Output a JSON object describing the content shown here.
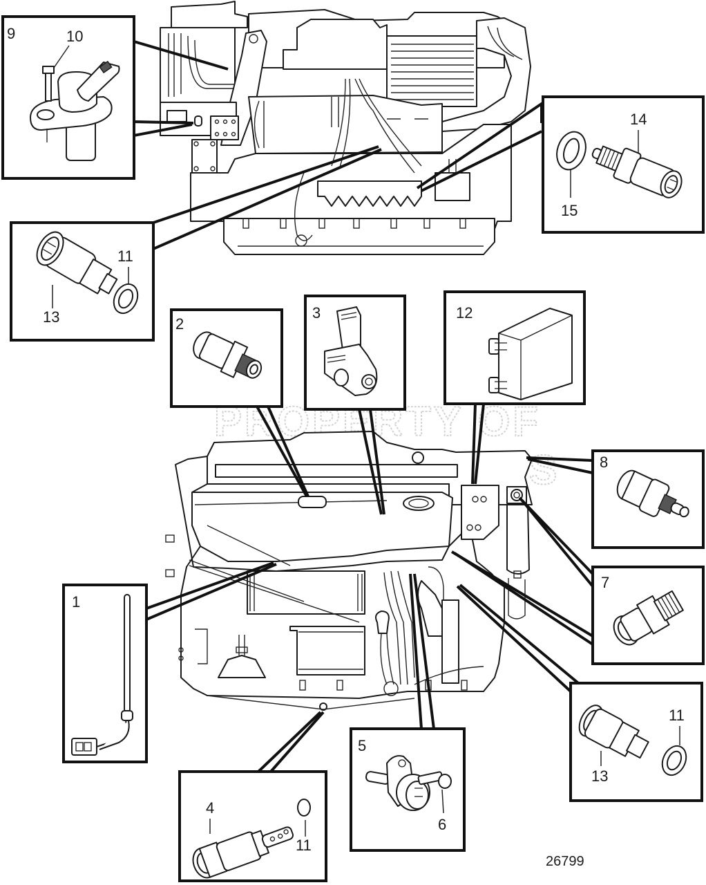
{
  "figure": {
    "reference_number": "26799",
    "watermark_text": [
      "PROPERTY OF",
      "MARINE PARTS"
    ]
  },
  "callouts": [
    {
      "id": "1",
      "part": "sensor-probe-with-connector",
      "box_labels": [
        "1"
      ]
    },
    {
      "id": "2",
      "part": "pressure-sensor",
      "box_labels": [
        "2"
      ]
    },
    {
      "id": "3",
      "part": "pressure-sensor-bracket",
      "box_labels": [
        "3"
      ]
    },
    {
      "id": "4",
      "part": "valve-sensor",
      "box_labels": [
        "4",
        "11"
      ]
    },
    {
      "id": "5",
      "part": "flanged-speed-sensor",
      "box_labels": [
        "5",
        "6"
      ]
    },
    {
      "id": "7",
      "part": "temperature-sensor",
      "box_labels": [
        "7"
      ]
    },
    {
      "id": "8",
      "part": "pressure-switch",
      "box_labels": [
        "8"
      ]
    },
    {
      "id": "9",
      "part": "crank-position-sensor",
      "box_labels": [
        "9",
        "10"
      ]
    },
    {
      "id": "12",
      "part": "control-module",
      "box_labels": [
        "12"
      ]
    },
    {
      "id": "13a",
      "part": "temperature-sender",
      "box_labels": [
        "13",
        "11"
      ]
    },
    {
      "id": "13b",
      "part": "temperature-sender",
      "box_labels": [
        "13",
        "11"
      ]
    },
    {
      "id": "14",
      "part": "temperature-sensor-with-washer",
      "box_labels": [
        "14",
        "15"
      ]
    }
  ],
  "labels": {
    "box9_main": "9",
    "box9_bolt": "10",
    "box14_main": "14",
    "box14_washer": "15",
    "box13top_main": "13",
    "box13top_washer": "11",
    "box2_main": "2",
    "box3_main": "3",
    "box12_main": "12",
    "box8_main": "8",
    "box7_main": "7",
    "box1_main": "1",
    "box13bot_main": "13",
    "box13bot_washer": "11",
    "box4_main": "4",
    "box4_oring": "11",
    "box5_main": "5",
    "box5_bolt": "6"
  },
  "colors": {
    "line": "#111111",
    "background": "#ffffff",
    "watermark": "#d4d4d4"
  }
}
